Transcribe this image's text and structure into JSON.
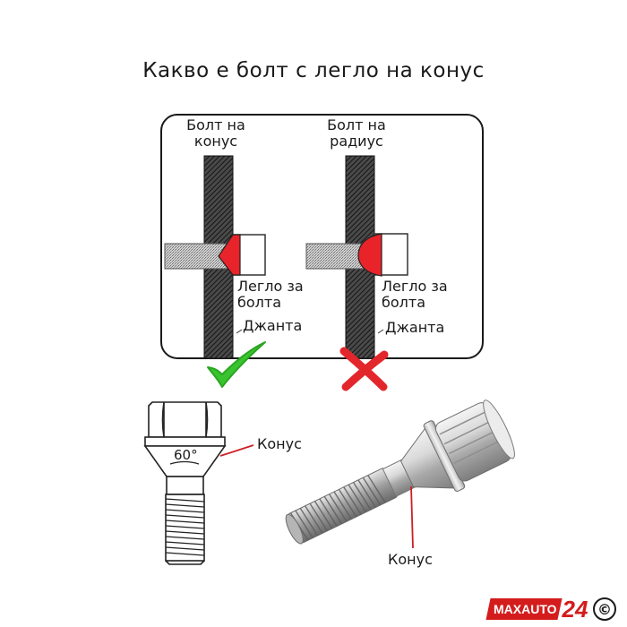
{
  "title": "Какво е болт с легло на конус",
  "panel": {
    "left": {
      "heading_line1": "Болт на",
      "heading_line2": "конус",
      "seat_line1": "Легло за",
      "seat_line2": "болта",
      "rim": "Джанта",
      "verdict_icon": "check-icon"
    },
    "right": {
      "heading_line1": "Болт на",
      "heading_line2": "радиус",
      "seat_line1": "Легло за",
      "seat_line2": "болта",
      "rim": "Джанта",
      "verdict_icon": "cross-icon"
    }
  },
  "drawing": {
    "angle_label": "60°",
    "cone_label": "Конус"
  },
  "photo": {
    "cone_label": "Конус"
  },
  "brand": {
    "text": "MAXAUTO",
    "number": "24",
    "copyright": "©"
  },
  "colors": {
    "seat_red": "#e8242a",
    "check_green": "#39c42f",
    "cross_red": "#e3262b",
    "brand_red": "#d41c1c"
  }
}
